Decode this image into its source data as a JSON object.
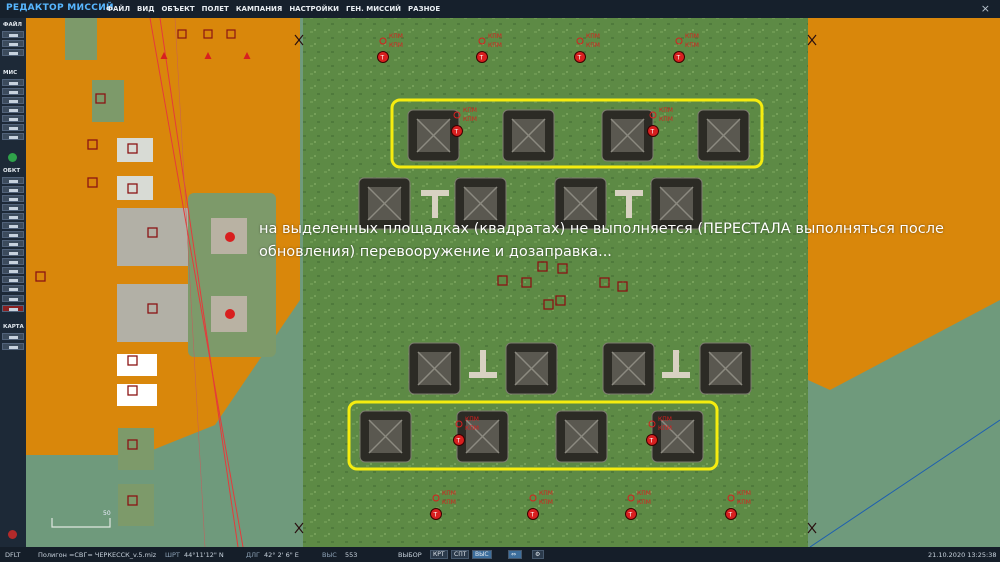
{
  "app": {
    "title": "РЕДАКТОР МИССИЙ",
    "close_icon": "×",
    "menu": [
      "ФАЙЛ",
      "ВИД",
      "ОБЪЕКТ",
      "ПОЛЕТ",
      "КАМПАНИЯ",
      "НАСТРОЙКИ",
      "ГЕН. МИССИЙ",
      "РАЗНОЕ"
    ]
  },
  "sidebar": {
    "sections": [
      "ФАЙЛ",
      "МИС",
      "ОБКТ",
      "КАРТА"
    ]
  },
  "map": {
    "unit_label": "КПМ",
    "short_label": "РЛ",
    "scale_label": "50"
  },
  "overlay_note": "на выделенных площадках (квадратах) не выполняется (ПЕРЕСТАЛА выполняться после обновления) перевооружение и дозаправка...",
  "status": {
    "mode": "DFLT",
    "file": "Полигон =СВГ= ЧЕРКЕССК_v.5.miz",
    "lat_label": "ШРТ",
    "lat": "44°11'12\" N",
    "lon_label": "ДЛГ",
    "lon": "42° 2' 6\" E",
    "alt_label": "ВЫС",
    "alt": "553",
    "select_label": "ВЫБОР",
    "btn_krt": "КРТ",
    "btn_spt": "СПТ",
    "btn_vys": "ВЫС",
    "datetime": "21.10.2020 13:25:38"
  },
  "colors": {
    "orange_zone": "#d9870b",
    "field": "#5f8a46",
    "highlight": "#f5ec0f",
    "unit_red": "#d81f1f",
    "panel": "#1d2937"
  }
}
